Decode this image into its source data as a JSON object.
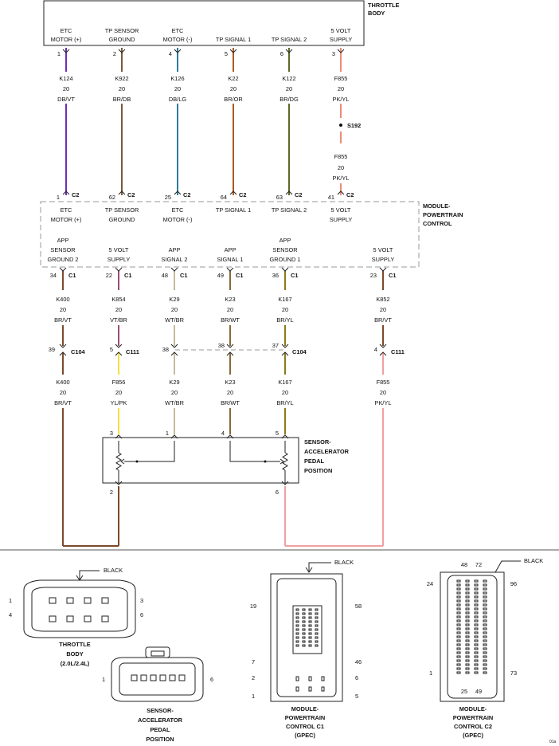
{
  "throttle_body": {
    "title": [
      "THROTTLE",
      "BODY"
    ],
    "pins": [
      {
        "label": [
          "ETC",
          "MOTOR (+)"
        ],
        "pin": "1",
        "circuit": "K124",
        "gauge": "20",
        "color": "DB/VT",
        "ecm_pin": "1",
        "ecm_conn": "C2",
        "wire": "#6b2fb8"
      },
      {
        "label": [
          "TP SENSOR",
          "GROUND"
        ],
        "pin": "2",
        "circuit": "K922",
        "gauge": "20",
        "color": "BR/DB",
        "ecm_pin": "62",
        "ecm_conn": "C2",
        "wire": "#7a5a3a"
      },
      {
        "label": [
          "ETC",
          "MOTOR (-)"
        ],
        "pin": "4",
        "circuit": "K126",
        "gauge": "20",
        "color": "DB/LG",
        "ecm_pin": "25",
        "ecm_conn": "C2",
        "wire": "#2f7a9a"
      },
      {
        "label": [
          "TP SIGNAL 1"
        ],
        "pin": "5",
        "circuit": "K22",
        "gauge": "20",
        "color": "BR/OR",
        "ecm_pin": "64",
        "ecm_conn": "C2",
        "wire": "#b05a1a"
      },
      {
        "label": [
          "TP SIGNAL 2"
        ],
        "pin": "6",
        "circuit": "K122",
        "gauge": "20",
        "color": "BR/DG",
        "ecm_pin": "63",
        "ecm_conn": "C2",
        "wire": "#5a6a2a"
      },
      {
        "label": [
          "5 VOLT",
          "SUPPLY"
        ],
        "pin": "3",
        "circuit": "F855",
        "gauge": "20",
        "color": "PK/YL",
        "ecm_pin": "41",
        "ecm_conn": "C2",
        "wire": "#f08a7a"
      }
    ],
    "splice": "S192",
    "splice_circuit": "F855",
    "splice_gauge": "20",
    "splice_color": "PK/YL"
  },
  "pcm": {
    "title": [
      "MODULE-",
      "POWERTRAIN",
      "CONTROL"
    ],
    "top_labels": [
      [
        "ETC",
        "MOTOR (+)"
      ],
      [
        "TP SENSOR",
        "GROUND"
      ],
      [
        "ETC",
        "MOTOR (-)"
      ],
      [
        "TP SIGNAL 1"
      ],
      [
        "TP SIGNAL 2"
      ],
      [
        "5 VOLT",
        "SUPPLY"
      ]
    ],
    "bottom_labels": [
      [
        "APP",
        "SENSOR",
        "GROUND 2"
      ],
      [
        "5 VOLT",
        "SUPPLY"
      ],
      [
        "APP",
        "SIGNAL 2"
      ],
      [
        "APP",
        "SIGNAL 1"
      ],
      [
        "APP",
        "SENSOR",
        "GROUND 1"
      ],
      [
        "5 VOLT",
        "SUPPLY"
      ]
    ]
  },
  "app_circuits": [
    {
      "pin": "34",
      "conn": "C1",
      "circuit": "K400",
      "gauge": "20",
      "color": "BR/VT",
      "in_pin": "39",
      "in_conn": "C104",
      "circuit2": "K400",
      "gauge2": "20",
      "color2": "BR/VT",
      "sensor_pin": "2",
      "wire": "#7a4a2a",
      "wire2": "#7a4a2a"
    },
    {
      "pin": "22",
      "conn": "C1",
      "circuit": "K854",
      "gauge": "20",
      "color": "VT/BR",
      "in_pin": "5",
      "in_conn": "C111",
      "circuit2": "F856",
      "gauge2": "20",
      "color2": "YL/PK",
      "sensor_pin": "3",
      "wire": "#a04a7a",
      "wire2": "#f0e040"
    },
    {
      "pin": "48",
      "conn": "C1",
      "circuit": "K29",
      "gauge": "20",
      "color": "WT/BR",
      "in_pin": "38",
      "in_conn": "",
      "circuit2": "K29",
      "gauge2": "20",
      "color2": "WT/BR",
      "sensor_pin": "1",
      "wire": "#c8b8a0",
      "wire2": "#c8b8a0"
    },
    {
      "pin": "49",
      "conn": "C1",
      "circuit": "K23",
      "gauge": "20",
      "color": "BR/WT",
      "in_pin": "38",
      "in_conn": "",
      "circuit2": "K23",
      "gauge2": "20",
      "color2": "BR/WT",
      "sensor_pin": "4",
      "wire": "#8a6a3a",
      "wire2": "#8a6a3a"
    },
    {
      "pin": "36",
      "conn": "C1",
      "circuit": "K167",
      "gauge": "20",
      "color": "BR/YL",
      "in_pin": "37",
      "in_conn": "C104",
      "circuit2": "K167",
      "gauge2": "20",
      "color2": "BR/YL",
      "sensor_pin": "5",
      "wire": "#8a7a1a",
      "wire2": "#8a7a1a"
    },
    {
      "pin": "23",
      "conn": "C1",
      "circuit": "K852",
      "gauge": "20",
      "color": "BR/VT",
      "in_pin": "4",
      "in_conn": "C111",
      "circuit2": "F855",
      "gauge2": "20",
      "color2": "PK/YL",
      "sensor_pin": "6",
      "wire": "#7a4a2a",
      "wire2": "#f0a0a0"
    }
  ],
  "sensor": {
    "title": [
      "SENSOR-",
      "ACCELERATOR",
      "PEDAL",
      "POSITION"
    ]
  },
  "connectors": {
    "throttle": {
      "color": "BLACK",
      "pins": [
        "1",
        "4",
        "3",
        "6"
      ],
      "title": [
        "THROTTLE",
        "BODY",
        "(2.0L/2.4L)"
      ]
    },
    "pedal": {
      "pins": [
        "1",
        "6"
      ],
      "title": [
        "SENSOR-",
        "ACCELERATOR",
        "PEDAL",
        "POSITION"
      ]
    },
    "pcm_c1": {
      "color": "BLACK",
      "pins": [
        "19",
        "58",
        "7",
        "46",
        "2",
        "6",
        "1",
        "5"
      ],
      "title": [
        "MODULE-",
        "POWERTRAIN",
        "CONTROL C1",
        "(GPEC)"
      ]
    },
    "pcm_c2": {
      "color": "BLACK",
      "pins": [
        "48",
        "72",
        "24",
        "96",
        "1",
        "73",
        "25",
        "49"
      ],
      "title": [
        "MODULE-",
        "POWERTRAIN",
        "CONTROL C2",
        "(GPEC)"
      ]
    }
  },
  "corner_code": "01a"
}
